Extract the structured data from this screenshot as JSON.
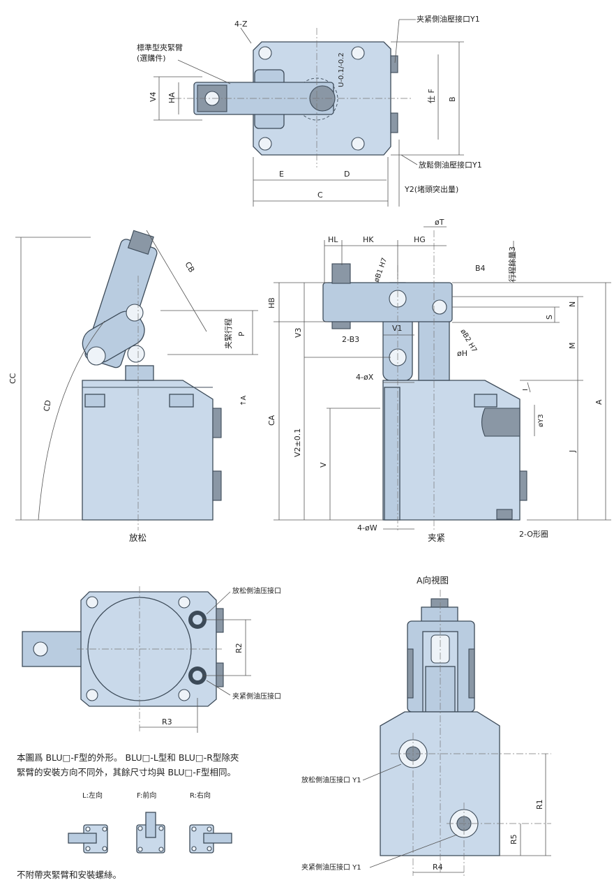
{
  "top_view": {
    "z_label": "4-Z",
    "clamp_port_label": "夹紧側油壓接口Y1",
    "arm_label_line1": "標準型夾緊臂",
    "arm_label_line2": "(選購件)",
    "release_port_label": "放鬆側油壓接口Y1",
    "y2_label": "Y2(堵頭突出量)",
    "dims": {
      "v4": "V4",
      "ha": "HA",
      "u": "U-0.1/-0.2",
      "f": "仕 F",
      "b": "B",
      "e": "E",
      "d": "D",
      "c": "C"
    }
  },
  "release_view": {
    "caption": "放松",
    "dims": {
      "cc": "CC",
      "cd": "CD",
      "cb": "CB",
      "p": "P",
      "stroke": "夹緊行程",
      "a_ref": "↑A"
    }
  },
  "clamp_view": {
    "caption": "夹紧",
    "labels": {
      "t": "øT",
      "hl": "HL",
      "hk": "HK",
      "hg": "HG",
      "stroke_margin": "行程餘量3",
      "b1": "øB1 H7",
      "b4": "B4",
      "hb": "HB",
      "v3": "V3",
      "v1": "V1",
      "b3": "2-B3",
      "b2": "øB2 H7",
      "h": "øH",
      "x": "4-øX",
      "ca": "CA",
      "v2": "V2±0.1",
      "v": "V",
      "w": "4-øW",
      "o": "2-O形圈",
      "n": "N",
      "s": "S",
      "m": "M",
      "a": "A",
      "j": "J",
      "y3": "øY3",
      "i": "I"
    }
  },
  "bottom_view": {
    "release_port": "放松側油压接口",
    "clamp_port": "夹紧側油压接口",
    "r2": "R2",
    "r3": "R3"
  },
  "a_view": {
    "title": "A向視图",
    "release_port": "放松側油压接口 Y1",
    "clamp_port": "夹紧側油压接口 Y1",
    "r1": "R1",
    "r5": "R5",
    "r4": "R4"
  },
  "notes": {
    "line1": "本圖爲 BLU□-F型的外形。 BLU□-L型和 BLU□-R型除夾",
    "line2": "緊臂的安裝方向不同外，其餘尺寸均與 BLU□-F型相同。",
    "footer": "不附帶夾緊臂和安裝螺絲。"
  },
  "orientations": [
    {
      "label": "L:左向"
    },
    {
      "label": "F:前向"
    },
    {
      "label": "R:右向"
    }
  ]
}
